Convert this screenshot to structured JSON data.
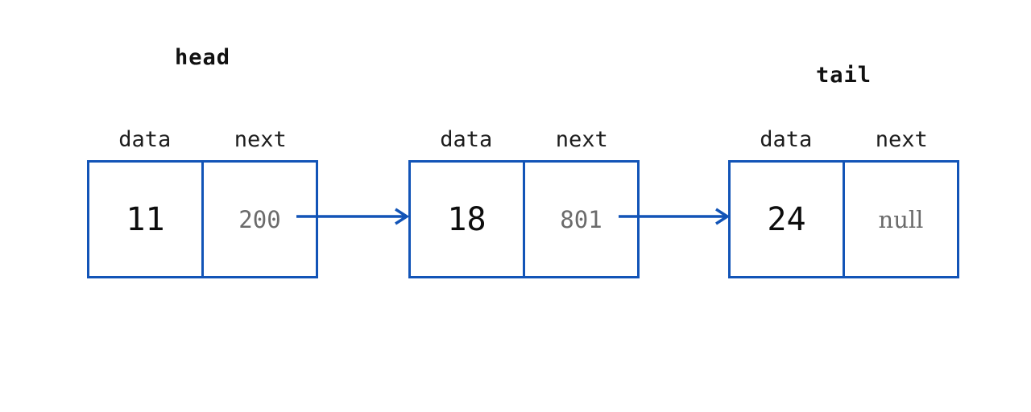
{
  "diagram": {
    "type": "singly-linked-list",
    "pointers": {
      "head": "head",
      "tail": "tail"
    },
    "nodes": [
      {
        "data_label": "data",
        "next_label": "next",
        "data_value": "11",
        "next_value": "200"
      },
      {
        "data_label": "data",
        "next_label": "next",
        "data_value": "18",
        "next_value": "801"
      },
      {
        "data_label": "data",
        "next_label": "next",
        "data_value": "24",
        "next_value": "null"
      }
    ],
    "arrows": [
      {
        "from": "node-1-next",
        "to": "node-2"
      },
      {
        "from": "node-2-next",
        "to": "node-3"
      }
    ],
    "colors": {
      "accent": "#1254b7",
      "value_strong": "#0d0d0d",
      "value_muted": "#6b6b6b",
      "background": "#ffffff"
    }
  }
}
